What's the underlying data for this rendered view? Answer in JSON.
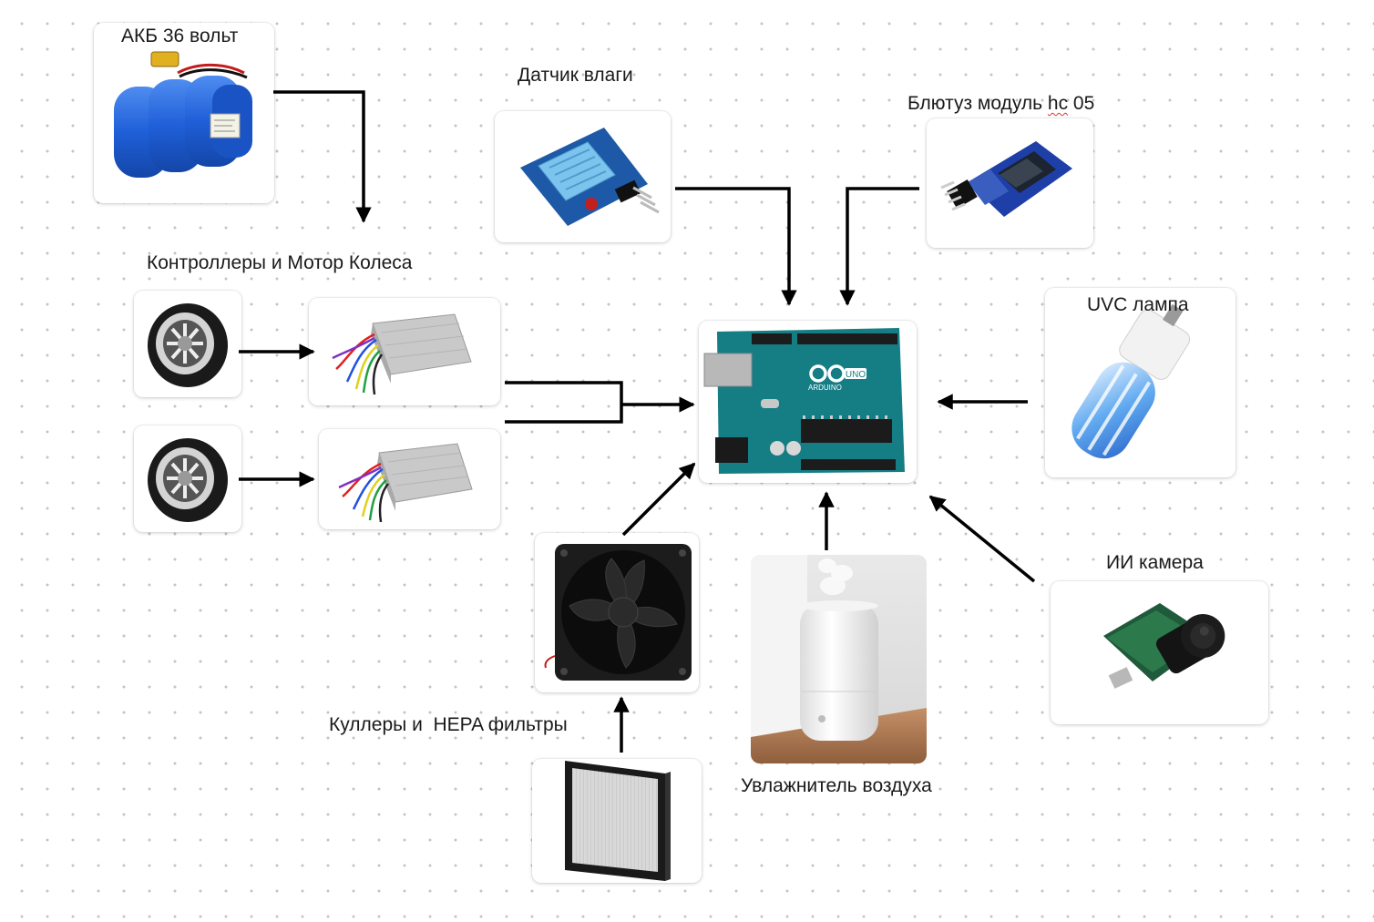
{
  "labels": {
    "battery": "АКБ 36 вольт",
    "humidity_sensor": "Датчик влаги",
    "bluetooth_prefix": "Блютуз модуль ",
    "bluetooth_hc": "hc",
    "bluetooth_suffix": " 05",
    "controllers_motors": "Контроллеры и Мотор Колеса",
    "uvc_lamp": "UVC лампа",
    "ai_camera": "ИИ камера",
    "coolers_hepa": "Куллеры и  HEPA фильтры",
    "humidifier": "Увлажнитель воздуха"
  },
  "arduino": {
    "brand": "ARDUINO",
    "model": "UNO"
  },
  "nodes": [
    "battery-image",
    "humidity-sensor-image",
    "bluetooth-module-image",
    "wheel-motor-image",
    "controller-image",
    "arduino-uno-image",
    "uvc-lamp-image",
    "fan-image",
    "humidifier-image",
    "ai-camera-image",
    "hepa-filter-image"
  ],
  "colors": {
    "arrow": "#000000",
    "battery_blue": "#1f5fd8",
    "arduino_teal": "#157d84",
    "sensor_blue": "#2f8fd6"
  }
}
